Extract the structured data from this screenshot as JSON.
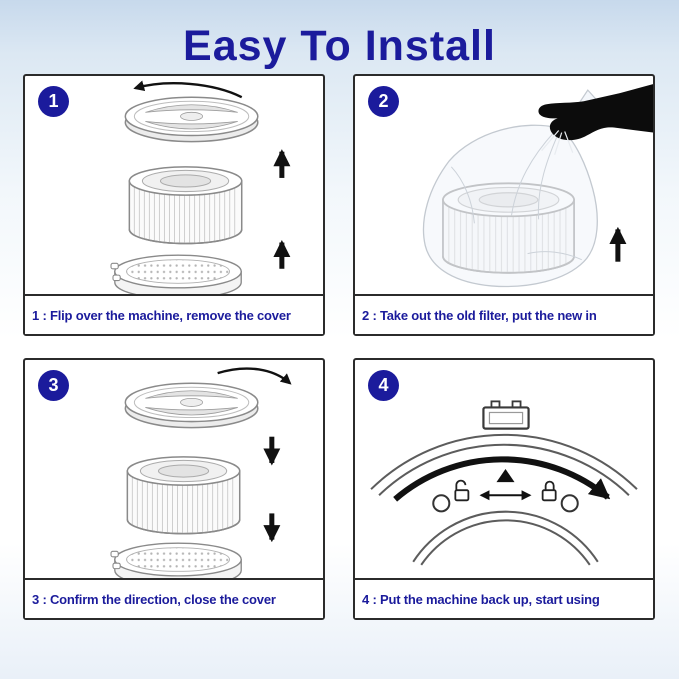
{
  "page": {
    "title": "Easy To Install",
    "accent_navy": "#1b1b9c",
    "panel_border": "#2b2b2b",
    "background_top": "#c7d9ec"
  },
  "steps": [
    {
      "number": "1",
      "caption": "1 : Flip over the machine, remove the cover"
    },
    {
      "number": "2",
      "caption": "2 : Take out the old filter, put the new in"
    },
    {
      "number": "3",
      "caption": "3 : Confirm the direction, close the cover"
    },
    {
      "number": "4",
      "caption": "4 : Put the machine back up, start using"
    }
  ]
}
